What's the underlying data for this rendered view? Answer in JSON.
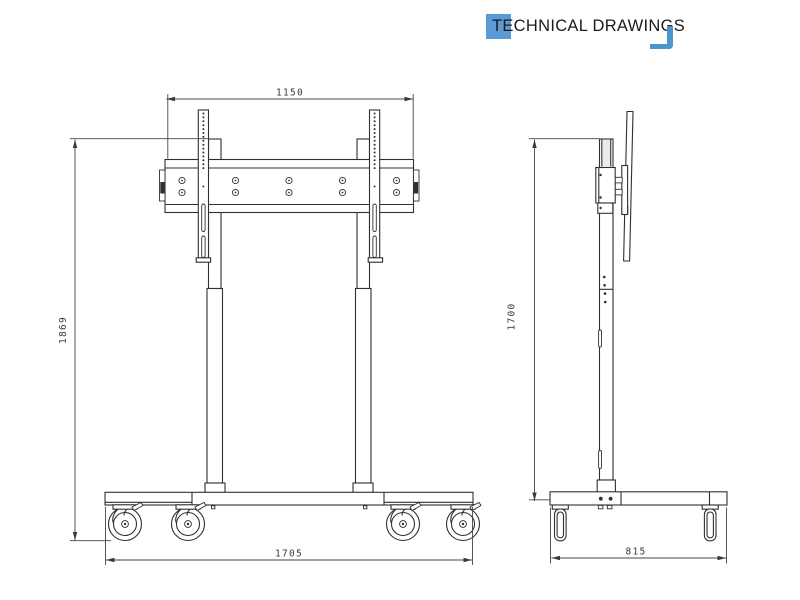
{
  "title": {
    "label": "TECHNICAL DRAWINGS"
  },
  "colors": {
    "accent_square": "#5B9BD5",
    "corner_bracket": "#4E95CC",
    "linework": "#303030",
    "dimension_text": "#3A3A3A",
    "background": "#FFFFFF"
  },
  "views": {
    "front": {
      "dims": {
        "rail_width": "1150",
        "overall_height": "1869",
        "base_width": "1705"
      }
    },
    "side": {
      "dims": {
        "column_height": "1700",
        "base_depth": "815"
      }
    }
  }
}
